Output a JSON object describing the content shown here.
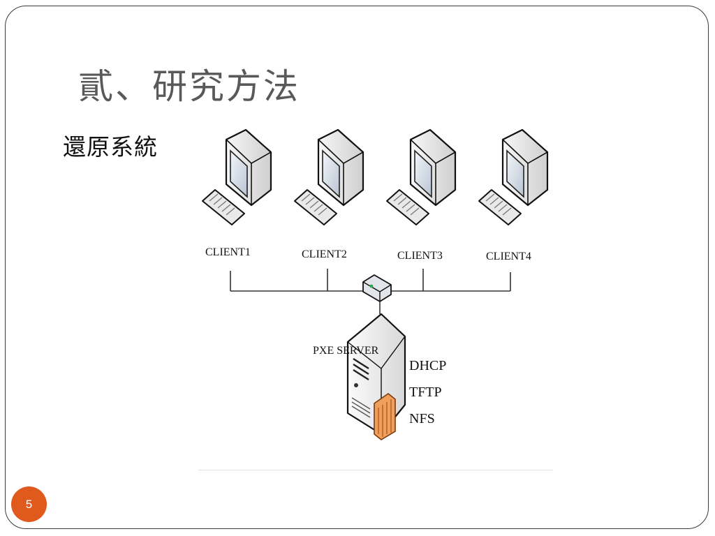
{
  "slide": {
    "title": "貳、研究方法",
    "subtitle": "還原系統",
    "page_number": "5"
  },
  "diagram": {
    "clients": [
      "CLIENT1",
      "CLIENT2",
      "CLIENT3",
      "CLIENT4"
    ],
    "server_label": "PXE SERVER",
    "services": [
      "DHCP",
      "TFTP",
      "NFS"
    ]
  },
  "colors": {
    "title": "#595959",
    "badge": "#e05a1e",
    "frame": "#3a3a3a"
  }
}
